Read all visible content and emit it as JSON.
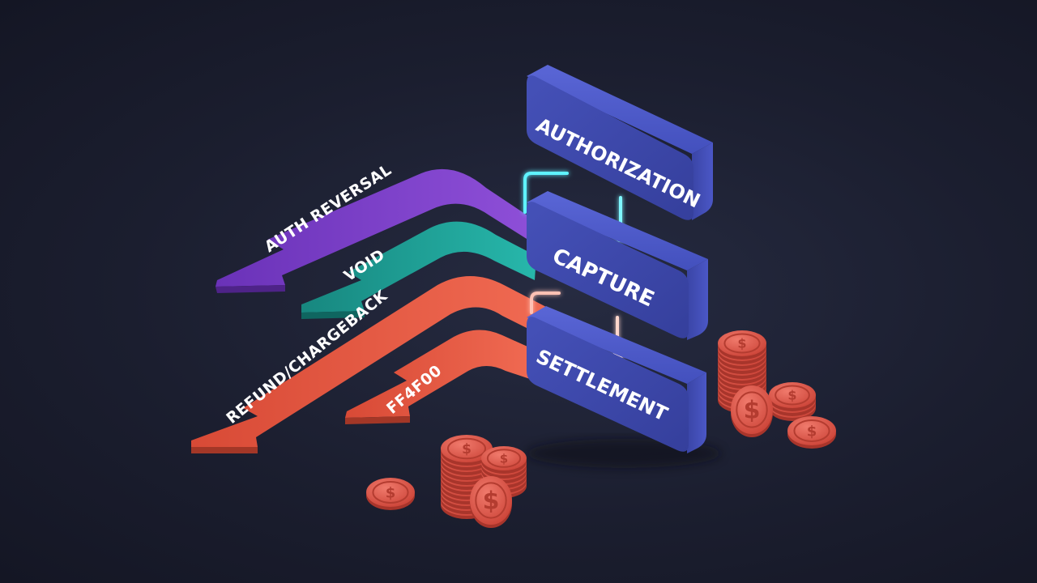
{
  "stages": [
    {
      "id": "authorization",
      "label": "AUTHORIZATION"
    },
    {
      "id": "capture",
      "label": "CAPTURE"
    },
    {
      "id": "settlement",
      "label": "SETTLEMENT"
    }
  ],
  "reverse_flows": [
    {
      "id": "auth-reversal",
      "label": "AUTH REVERSAL",
      "color": "#7b3fc4"
    },
    {
      "id": "void",
      "label": "VOID",
      "color": "#1fa39a"
    },
    {
      "id": "refund-chargeback",
      "label": "REFUND/CHARGEBACK",
      "color": "#e8553f"
    },
    {
      "id": "ff4f00",
      "label": "FF4F00",
      "color": "#e8553f"
    }
  ],
  "colors": {
    "box_face": "#3f4bb0",
    "box_side": "#2c3480",
    "connector_glow": "#5ff3ff",
    "coin": "#e0574a",
    "background": "#1b1e2f"
  },
  "coin_symbol": "$"
}
